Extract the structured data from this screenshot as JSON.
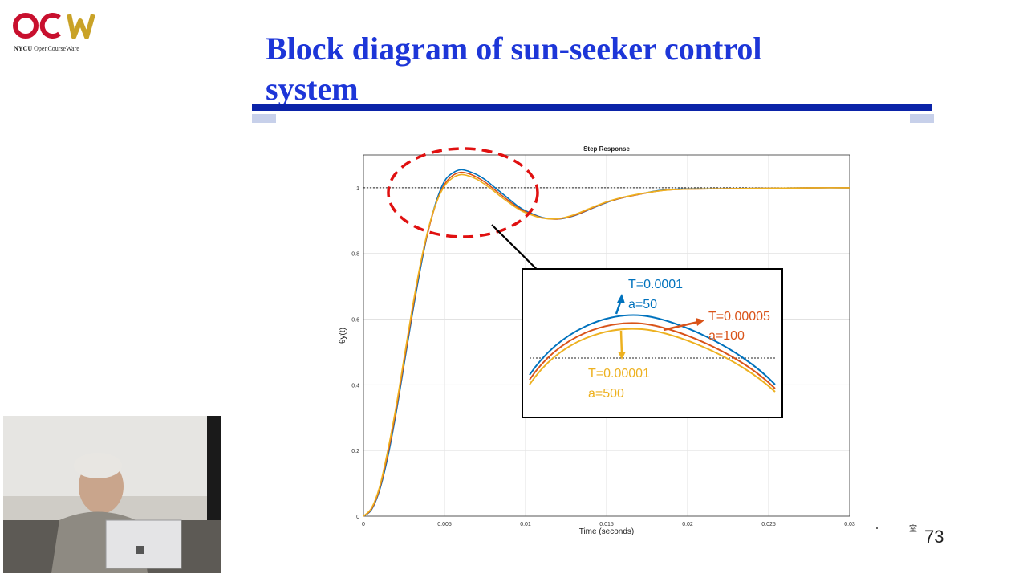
{
  "logo": {
    "brand": "OCW",
    "school": "NYCU",
    "sub": "OpenCourseWare"
  },
  "slide": {
    "title_line1": "Block diagram of sun-seeker control",
    "title_line2": "system",
    "page_number": "73",
    "corner_char": "室"
  },
  "colors": {
    "title": "#1d36d8",
    "rule": "#0b23a8",
    "blue": "#0072bd",
    "red": "#d95319",
    "yellow": "#edb120",
    "ellipse": "#e01010"
  },
  "chart_data": {
    "type": "line",
    "title": "Step Response",
    "xlabel": "Time (seconds)",
    "ylabel": "θy(t)",
    "xlim": [
      0,
      0.03
    ],
    "ylim": [
      0,
      1.1
    ],
    "xticks": [
      0,
      0.005,
      0.01,
      0.015,
      0.02,
      0.025,
      0.03
    ],
    "xtick_labels": [
      "0",
      "0.005",
      "0.01",
      "0.015",
      "0.02",
      "0.025",
      "0.03"
    ],
    "yticks": [
      0,
      0.2,
      0.4,
      0.6,
      0.8,
      1
    ],
    "ytick_labels": [
      "0",
      "0.2",
      "0.4",
      "0.6",
      "0.8",
      "1"
    ],
    "grid": true,
    "reference_line": 1,
    "series": [
      {
        "name": "T=0.0001 a=50",
        "color": "#0072bd",
        "x": [
          0,
          0.0005,
          0.001,
          0.0015,
          0.002,
          0.0025,
          0.003,
          0.0035,
          0.004,
          0.0045,
          0.005,
          0.0055,
          0.006,
          0.0065,
          0.007,
          0.0075,
          0.008,
          0.0085,
          0.009,
          0.0095,
          0.01,
          0.011,
          0.012,
          0.013,
          0.014,
          0.015,
          0.016,
          0.017,
          0.018,
          0.019,
          0.02,
          0.022,
          0.024,
          0.026,
          0.028,
          0.03
        ],
        "y": [
          0,
          0.02,
          0.08,
          0.18,
          0.31,
          0.46,
          0.61,
          0.75,
          0.87,
          0.96,
          1.02,
          1.045,
          1.055,
          1.05,
          1.04,
          1.025,
          1.005,
          0.985,
          0.965,
          0.945,
          0.93,
          0.91,
          0.905,
          0.915,
          0.935,
          0.955,
          0.97,
          0.98,
          0.99,
          0.995,
          0.997,
          0.997,
          0.998,
          0.999,
          1.0,
          1.0
        ]
      },
      {
        "name": "T=0.00005 a=100",
        "color": "#d95319",
        "x": [
          0,
          0.0005,
          0.001,
          0.0015,
          0.002,
          0.0025,
          0.003,
          0.0035,
          0.004,
          0.0045,
          0.005,
          0.0055,
          0.006,
          0.0065,
          0.007,
          0.0075,
          0.008,
          0.0085,
          0.009,
          0.0095,
          0.01,
          0.011,
          0.012,
          0.013,
          0.014,
          0.015,
          0.016,
          0.017,
          0.018,
          0.019,
          0.02,
          0.022,
          0.024,
          0.026,
          0.028,
          0.03
        ],
        "y": [
          0,
          0.022,
          0.085,
          0.19,
          0.32,
          0.47,
          0.62,
          0.76,
          0.87,
          0.955,
          1.01,
          1.037,
          1.047,
          1.043,
          1.032,
          1.017,
          0.998,
          0.978,
          0.959,
          0.941,
          0.927,
          0.909,
          0.905,
          0.916,
          0.936,
          0.956,
          0.97,
          0.98,
          0.989,
          0.994,
          0.996,
          0.997,
          0.998,
          0.999,
          1.0,
          1.0
        ]
      },
      {
        "name": "T=0.00001 a=500",
        "color": "#edb120",
        "x": [
          0,
          0.0005,
          0.001,
          0.0015,
          0.002,
          0.0025,
          0.003,
          0.0035,
          0.004,
          0.0045,
          0.005,
          0.0055,
          0.006,
          0.0065,
          0.007,
          0.0075,
          0.008,
          0.0085,
          0.009,
          0.0095,
          0.01,
          0.011,
          0.012,
          0.013,
          0.014,
          0.015,
          0.016,
          0.017,
          0.018,
          0.019,
          0.02,
          0.022,
          0.024,
          0.026,
          0.028,
          0.03
        ],
        "y": [
          0,
          0.025,
          0.09,
          0.2,
          0.33,
          0.48,
          0.63,
          0.765,
          0.875,
          0.955,
          1.005,
          1.03,
          1.04,
          1.036,
          1.026,
          1.01,
          0.992,
          0.972,
          0.954,
          0.937,
          0.924,
          0.908,
          0.906,
          0.918,
          0.938,
          0.957,
          0.971,
          0.981,
          0.989,
          0.994,
          0.996,
          0.997,
          0.998,
          0.999,
          1.0,
          1.0
        ]
      }
    ],
    "inset_labels": [
      {
        "line1": "T=0.0001",
        "line2": "a=50",
        "color": "#0072bd"
      },
      {
        "line1": "T=0.00005",
        "line2": "a=100",
        "color": "#d95319"
      },
      {
        "line1": "T=0.00001",
        "line2": "a=500",
        "color": "#edb120"
      }
    ]
  }
}
